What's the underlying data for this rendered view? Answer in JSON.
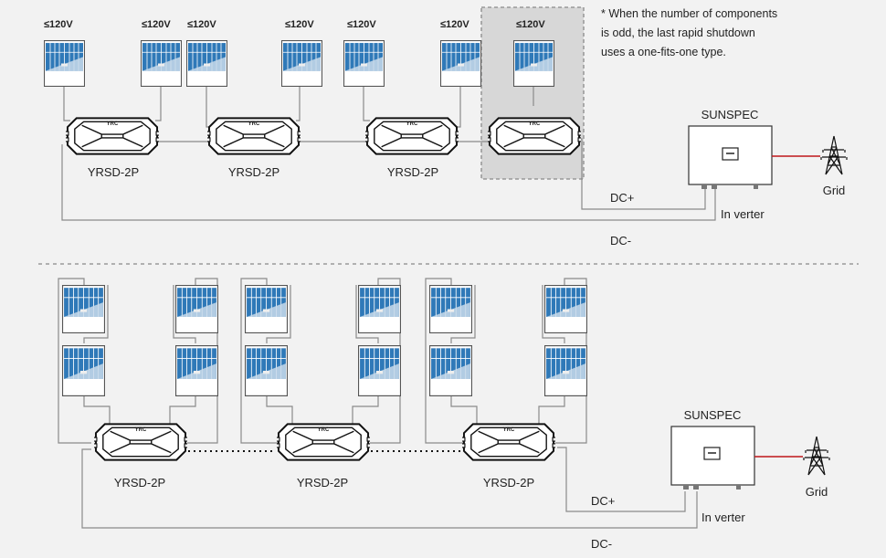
{
  "note": {
    "line1": "* When the number of components",
    "line2": "is odd, the last rapid shutdown",
    "line3": "uses a one-fits-one type."
  },
  "labels": {
    "voltage": "≤120V",
    "device": "YRSD-2P",
    "brand": "YRC",
    "sunspec": "SUNSPEC",
    "inverter": "In verter",
    "dc_plus": "DC+",
    "dc_minus": "DC-",
    "grid": "Grid"
  },
  "colors": {
    "panel_cells": "#2f79b8",
    "grid_line": "#c0161b",
    "wire": "#8a8a8a"
  }
}
